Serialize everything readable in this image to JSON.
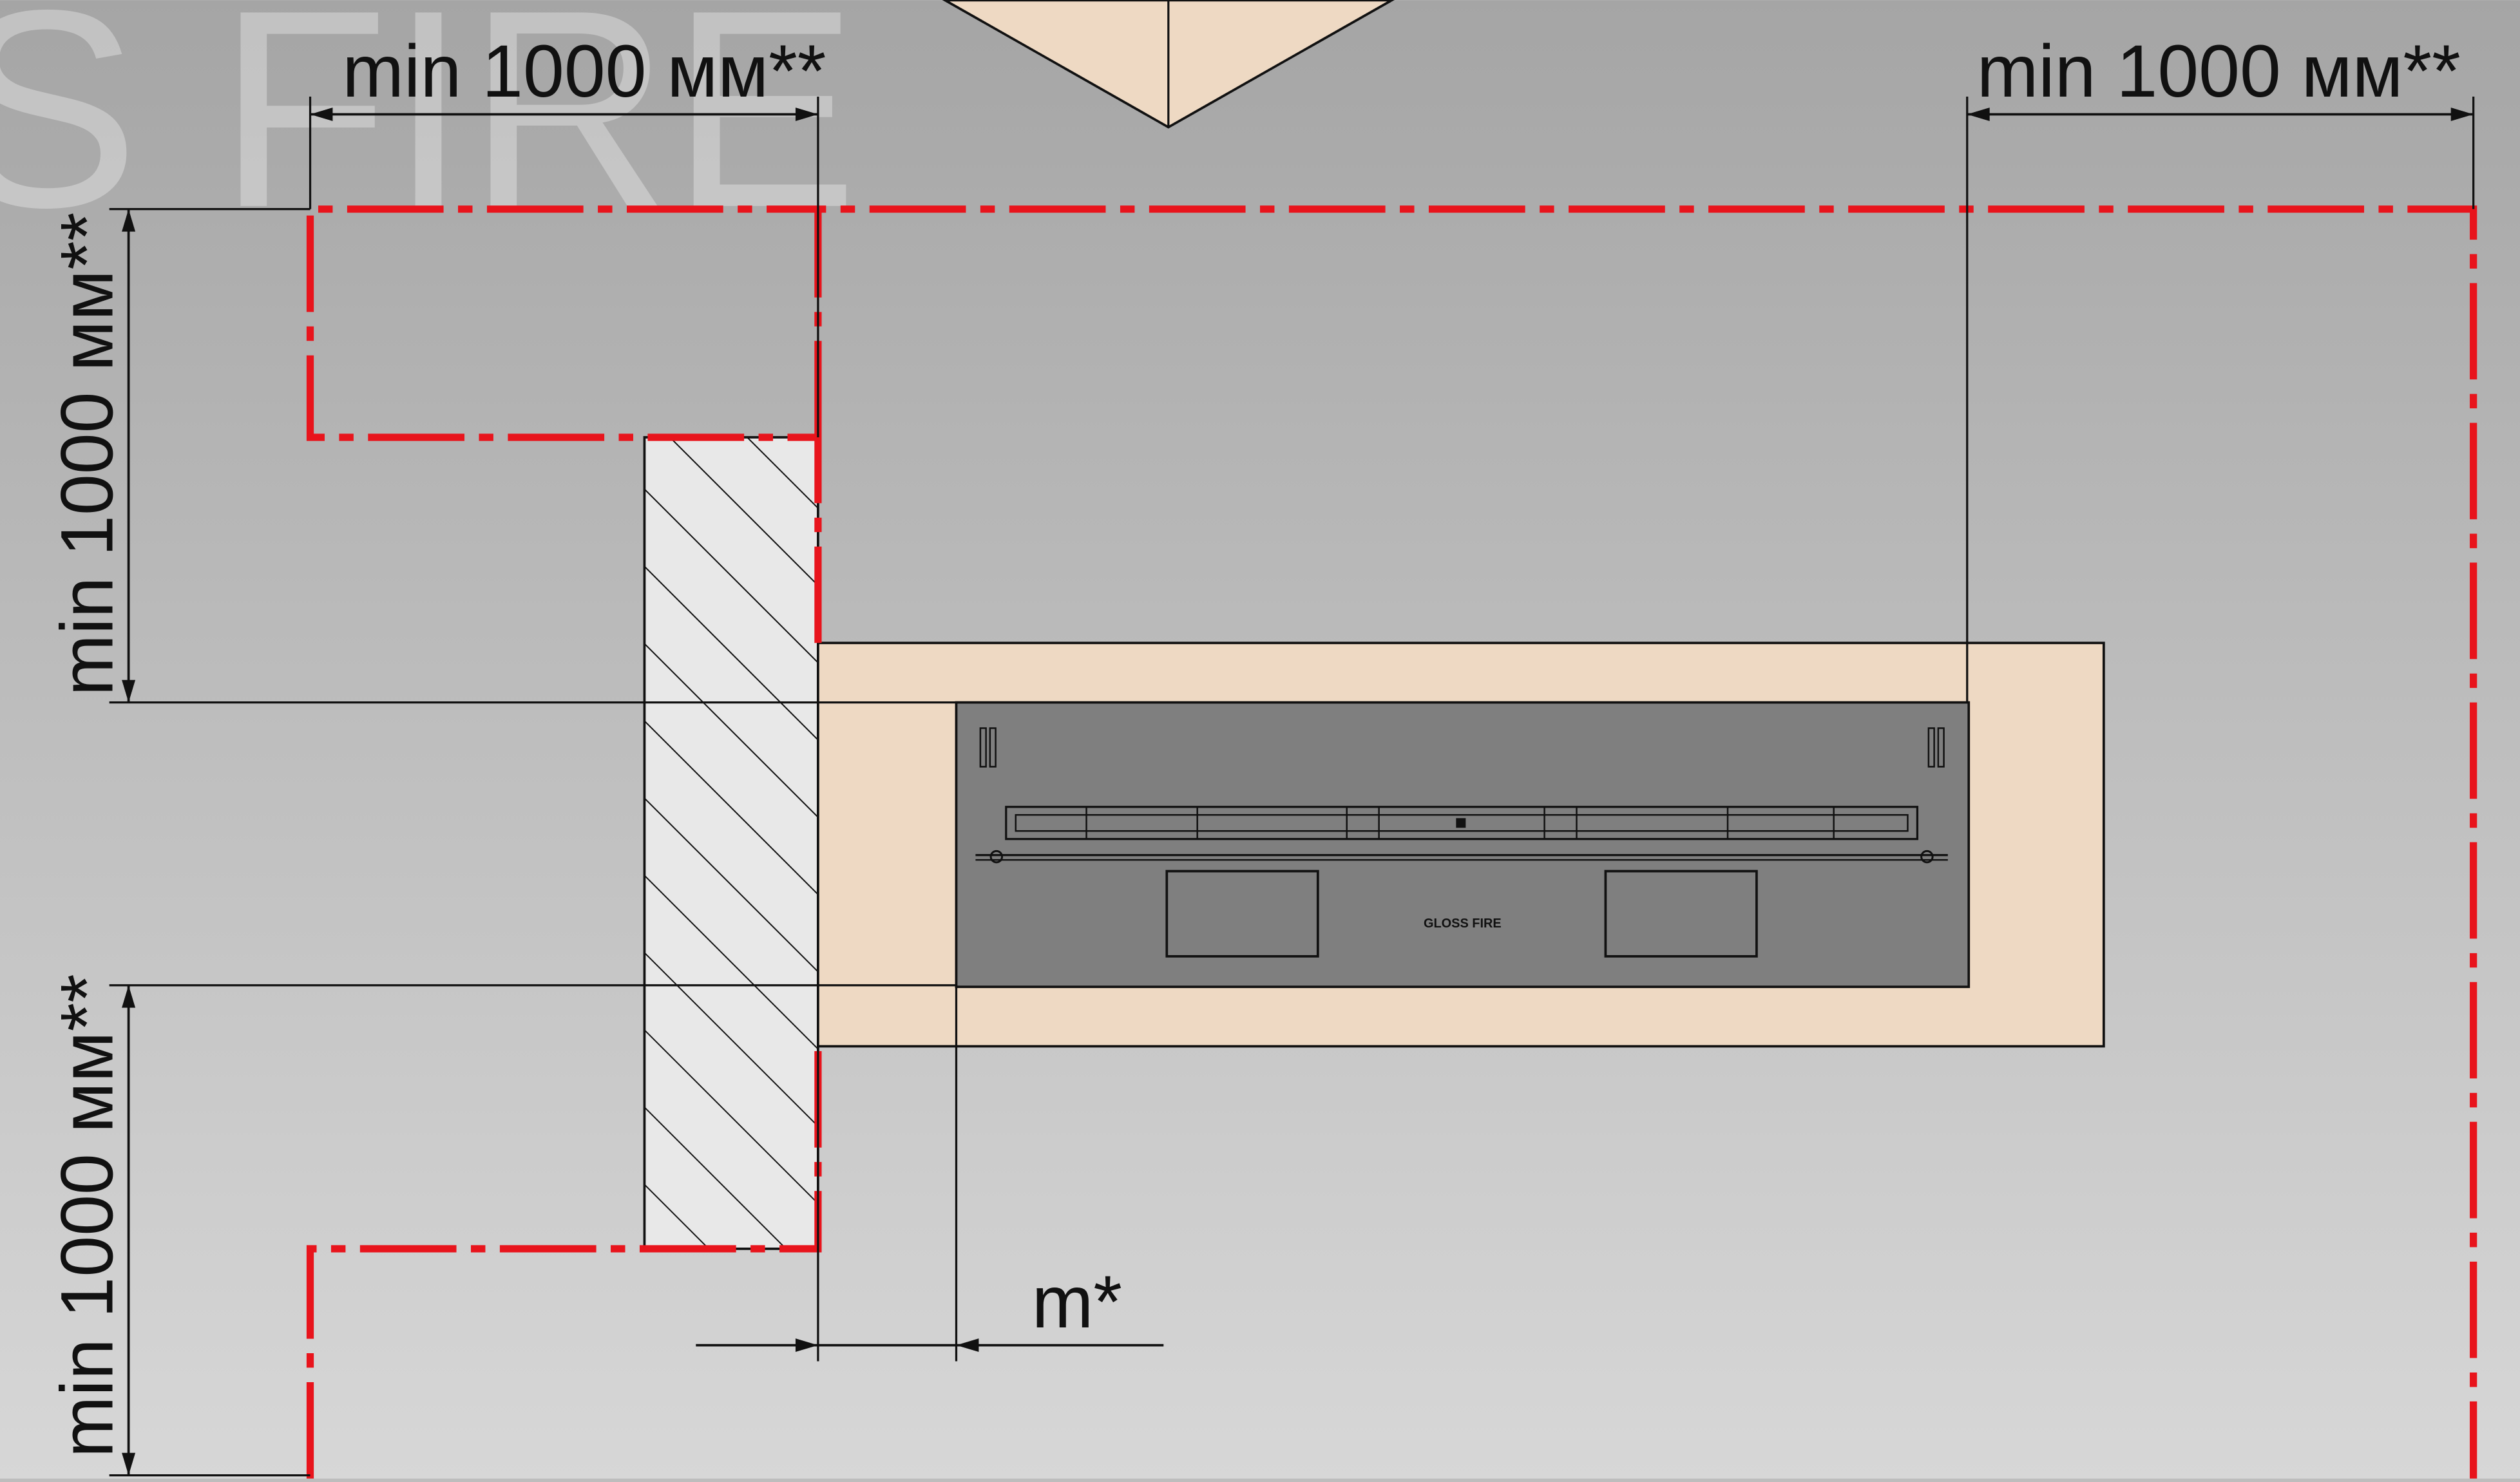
{
  "watermark": {
    "text": "S FIRE"
  },
  "dimensions": {
    "top_left": "min 1000 мм**",
    "top_right": "min 1000 мм**",
    "left_upper": "min 1000 мм**",
    "left_lower": "min 1000 мм**",
    "gap": "m*"
  },
  "fireplace": {
    "brand": "GLOSS FIRE"
  },
  "colors": {
    "background_top": "#a6a6a6",
    "background_bottom": "#d6d6d6",
    "safety_zone": "#e8141c",
    "frame": "#eed9c3",
    "firebox": "#7f7f7f",
    "wall_fill": "#e8e8e8",
    "line": "#111111"
  },
  "icons": {
    "arrow": "arrowhead",
    "hatch": "diagonal-hatch"
  }
}
